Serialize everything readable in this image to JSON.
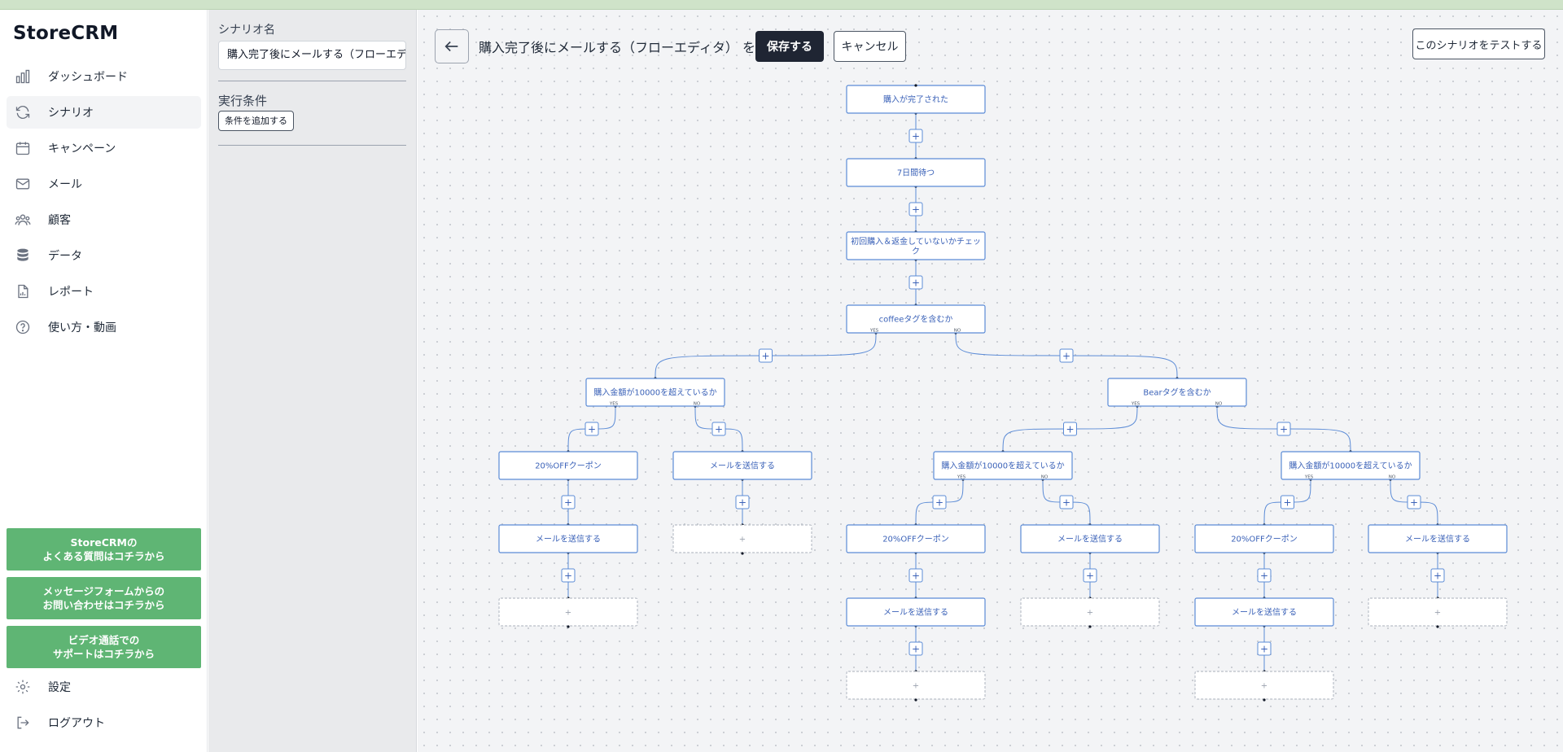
{
  "app": {
    "logo": "StoreCRM"
  },
  "sidebar": {
    "items": [
      {
        "label": "ダッシュボード",
        "icon": "chart-bar-icon",
        "active": false
      },
      {
        "label": "シナリオ",
        "icon": "refresh-icon",
        "active": true
      },
      {
        "label": "キャンペーン",
        "icon": "calendar-icon",
        "active": false
      },
      {
        "label": "メール",
        "icon": "mail-icon",
        "active": false
      },
      {
        "label": "顧客",
        "icon": "users-icon",
        "active": false
      },
      {
        "label": "データ",
        "icon": "database-icon",
        "active": false
      },
      {
        "label": "レポート",
        "icon": "report-icon",
        "active": false
      },
      {
        "label": "使い方・動画",
        "icon": "help-circle-icon",
        "active": false
      }
    ],
    "help_buttons": [
      {
        "label": "StoreCRMの\nよくある質問はコチラから"
      },
      {
        "label": "メッセージフォームからの\nお問い合わせはコチラから"
      },
      {
        "label": "ビデオ通話での\nサポートはコチラから"
      }
    ],
    "settings_label": "設定",
    "logout_label": "ログアウト"
  },
  "panel": {
    "name_label": "シナリオ名",
    "name_value": "購入完了後にメールする（フローエディ",
    "condition_label": "実行条件",
    "add_condition_label": "条件を追加する"
  },
  "header": {
    "title": "購入完了後にメールする（フローエディタ） を編集中",
    "save_label": "保存する",
    "cancel_label": "キャンセル",
    "test_label": "このシナリオをテストする"
  },
  "flow": {
    "accent": "#5b8bd6",
    "yes_label": "YES",
    "no_label": "NO",
    "empty_label": "+",
    "plus_label": "+",
    "nodes": [
      {
        "id": "n1",
        "label": "購入が完了された"
      },
      {
        "id": "n2",
        "label": "7日間待つ"
      },
      {
        "id": "n3",
        "label": "初回購入＆返金していないかチェッ",
        "label2": "ク"
      },
      {
        "id": "n4",
        "label": "coffeeタグを含むか",
        "branch": true
      },
      {
        "id": "n5",
        "label": "購入金額が10000を超えているか",
        "branch": true
      },
      {
        "id": "n6",
        "label": "Bearタグを含むか",
        "branch": true
      },
      {
        "id": "n7",
        "label": "20%OFFクーポン"
      },
      {
        "id": "n8",
        "label": "メールを送信する"
      },
      {
        "id": "n9",
        "label": "購入金額が10000を超えているか",
        "branch": true
      },
      {
        "id": "n10",
        "label": "購入金額が10000を超えているか",
        "branch": true
      },
      {
        "id": "n11",
        "label": "メールを送信する"
      },
      {
        "id": "n12",
        "label": "",
        "empty": true
      },
      {
        "id": "n13",
        "label": "20%OFFクーポン"
      },
      {
        "id": "n14",
        "label": "メールを送信する"
      },
      {
        "id": "n15",
        "label": "20%OFFクーポン"
      },
      {
        "id": "n16",
        "label": "メールを送信する"
      },
      {
        "id": "n17",
        "label": "",
        "empty": true
      },
      {
        "id": "n18",
        "label": "メールを送信する"
      },
      {
        "id": "n19",
        "label": "",
        "empty": true
      },
      {
        "id": "n20",
        "label": "メールを送信する"
      },
      {
        "id": "n21",
        "label": "",
        "empty": true
      },
      {
        "id": "n22",
        "label": "",
        "empty": true
      },
      {
        "id": "n23",
        "label": "",
        "empty": true
      }
    ],
    "edges": [
      [
        "n1",
        "n2",
        ""
      ],
      [
        "n2",
        "n3",
        ""
      ],
      [
        "n3",
        "n4",
        ""
      ],
      [
        "n4",
        "n5",
        "yes"
      ],
      [
        "n4",
        "n6",
        "no"
      ],
      [
        "n5",
        "n7",
        "yes"
      ],
      [
        "n5",
        "n8",
        "no"
      ],
      [
        "n6",
        "n9",
        "yes"
      ],
      [
        "n6",
        "n10",
        "no"
      ],
      [
        "n7",
        "n11",
        ""
      ],
      [
        "n8",
        "n12",
        ""
      ],
      [
        "n9",
        "n13",
        "yes"
      ],
      [
        "n9",
        "n14",
        "no"
      ],
      [
        "n10",
        "n15",
        "yes"
      ],
      [
        "n10",
        "n16",
        "no"
      ],
      [
        "n11",
        "n17",
        ""
      ],
      [
        "n13",
        "n18",
        ""
      ],
      [
        "n14",
        "n19",
        ""
      ],
      [
        "n15",
        "n20",
        ""
      ],
      [
        "n16",
        "n21",
        ""
      ],
      [
        "n18",
        "n22",
        ""
      ],
      [
        "n20",
        "n23",
        ""
      ]
    ]
  }
}
